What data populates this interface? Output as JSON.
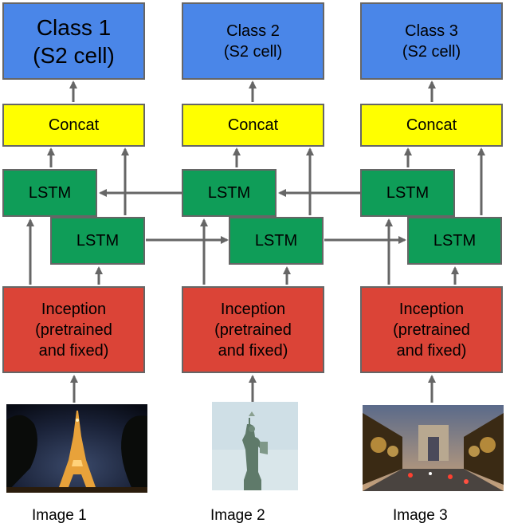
{
  "columns": [
    {
      "class_line1": "Class 1",
      "class_line2": "(S2 cell)",
      "concat": "Concat",
      "lstm_top": "LSTM",
      "lstm_bottom": "LSTM",
      "inception_line1": "Inception",
      "inception_line2": "(pretrained",
      "inception_line3": "and fixed)",
      "caption": "Image 1",
      "image_subject": "eiffel-tower-at-night"
    },
    {
      "class_line1": "Class 2",
      "class_line2": "(S2 cell)",
      "concat": "Concat",
      "lstm_top": "LSTM",
      "lstm_bottom": "LSTM",
      "inception_line1": "Inception",
      "inception_line2": "(pretrained",
      "inception_line3": "and fixed)",
      "caption": "Image 2",
      "image_subject": "statue-of-liberty"
    },
    {
      "class_line1": "Class 3",
      "class_line2": "(S2 cell)",
      "concat": "Concat",
      "lstm_top": "LSTM",
      "lstm_bottom": "LSTM",
      "inception_line1": "Inception",
      "inception_line2": "(pretrained",
      "inception_line3": "and fixed)",
      "caption": "Image 3",
      "image_subject": "arc-de-triomphe-avenue"
    }
  ],
  "colors": {
    "class_box": "#4a86e8",
    "concat_box": "#ffff00",
    "lstm_box": "#0f9d58",
    "inception_box": "#db4437",
    "arrow": "#666666"
  }
}
